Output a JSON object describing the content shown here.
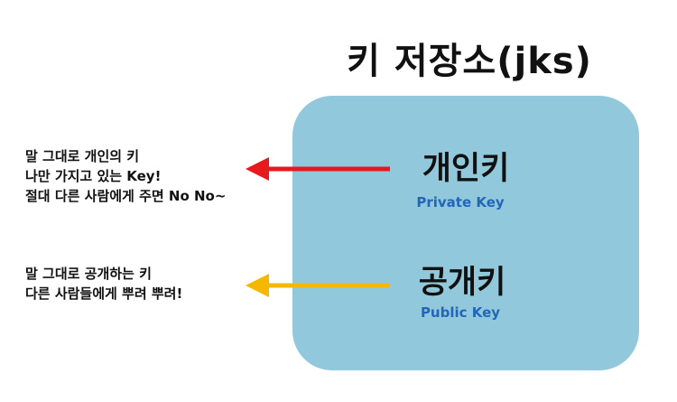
{
  "title": "키 저장소(jks)",
  "private_key": {
    "label": "개인키",
    "sublabel": "Private Key",
    "description": [
      "말 그대로 개인의 키",
      "나만 가지고 있는 Key!",
      "절대 다른 사람에게 주면 No No~"
    ]
  },
  "public_key": {
    "label": "공개키",
    "sublabel": "Public Key",
    "description": [
      "말 그대로 공개하는 키",
      "다른 사람들에게 뿌려 뿌려!"
    ]
  },
  "colors": {
    "box": "#92c8db",
    "sublabel": "#2266b8",
    "private_arrow": "#e8191c",
    "public_arrow": "#f5b800"
  }
}
